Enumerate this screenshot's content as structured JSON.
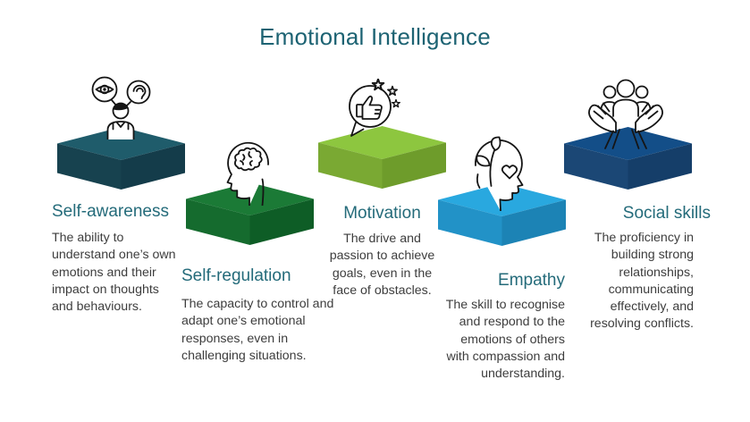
{
  "title": "Emotional Intelligence",
  "colors": {
    "title": "#1d6373",
    "heading": "#246b7a",
    "body_text": "#3d3d3d",
    "icon_stroke": "#151515"
  },
  "pillars": [
    {
      "label": "Self-awareness",
      "description": "The ability to\nunderstand one’s own\nemotions and their\nimpact on thoughts\nand behaviours.",
      "icon": "person-eye-ear-bubbles-icon",
      "text_align": "left",
      "platform": {
        "top": "#1f5c6b",
        "left": "#17424f",
        "right": "#143c4a"
      }
    },
    {
      "label": "Self-regulation",
      "description": "The capacity to control and\nadapt one’s emotional\nresponses, even in\nchallenging situations.",
      "icon": "head-brain-icon",
      "text_align": "left",
      "platform": {
        "top": "#1b7a36",
        "left": "#156b2e",
        "right": "#0e5d26"
      }
    },
    {
      "label": "Motivation",
      "description": "The drive and\npassion to achieve\ngoals, even in the\nface of obstacles.",
      "icon": "thumbs-up-bubble-stars-icon",
      "text_align": "center",
      "platform": {
        "top": "#8dc63f",
        "left": "#7aa933",
        "right": "#6e9c2b"
      }
    },
    {
      "label": "Empathy",
      "description": "The skill to recognise\nand respond to the\nemotions of others\nwith compassion and\nunderstanding.",
      "icon": "head-leaves-heart-icon",
      "text_align": "right",
      "platform": {
        "top": "#29a8df",
        "left": "#2292c7",
        "right": "#1c83b5"
      }
    },
    {
      "label": "Social skills",
      "description": "The proficiency in\nbuilding strong\nrelationships,\ncommunicating\neffectively, and\nresolving conflicts.",
      "icon": "hands-holding-people-icon",
      "text_align": "right",
      "platform": {
        "top": "#134e88",
        "left": "#1b4775",
        "right": "#153e69"
      }
    }
  ]
}
